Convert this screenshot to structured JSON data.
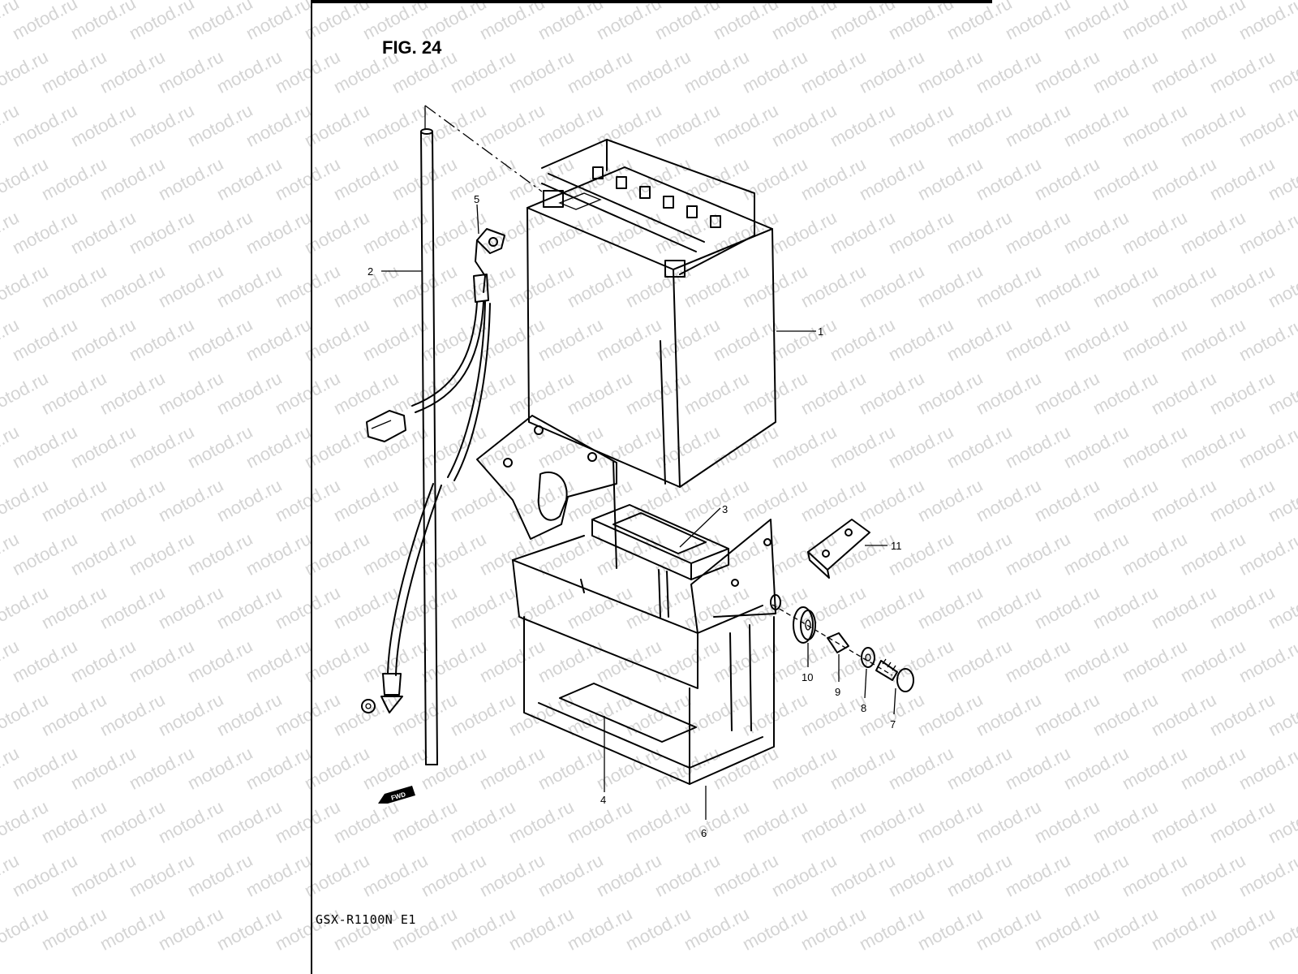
{
  "figure": {
    "title": "FIG. 24",
    "model": "GSX-R1100N  E1"
  },
  "watermark": {
    "text": "motod.ru"
  },
  "fwd_badge": {
    "label": "FWD"
  },
  "part_numbers": [
    "1",
    "2",
    "3",
    "4",
    "5",
    "6",
    "7",
    "8",
    "9",
    "10",
    "11"
  ]
}
